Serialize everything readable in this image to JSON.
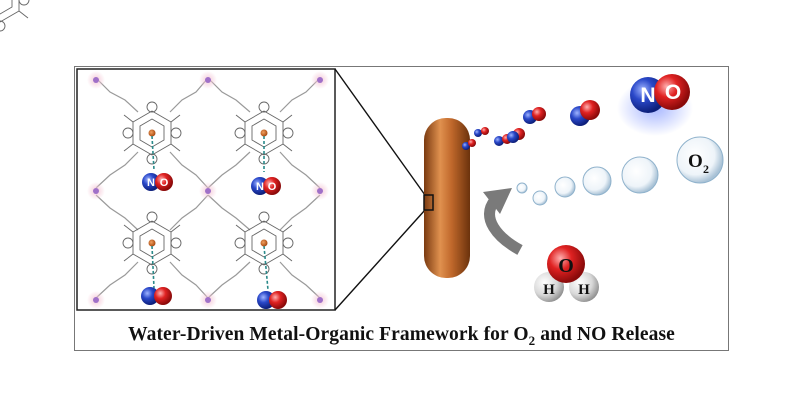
{
  "caption": {
    "before_subscript": "Water-Driven Metal-Organic Framework for O",
    "subscript": "2",
    "after_subscript": " and NO Release"
  },
  "inset_no_labels": [
    "N",
    "O"
  ],
  "no_molecule": {
    "n": "N",
    "o": "O"
  },
  "o2_bubble": {
    "o": "O",
    "sub": "2"
  },
  "water": {
    "o": "O",
    "h1": "H",
    "h2": "H"
  },
  "colors": {
    "rod": "#b8652a",
    "nitrogen": "#1f3fb5",
    "oxygen": "#d11d1d",
    "arrow": "#777777",
    "frame": "#777777"
  },
  "icons": [
    "mof-lattice",
    "porphyrin-unit",
    "cobalt-node",
    "nitric-oxide-molecule",
    "oxygen-bubble",
    "water-molecule",
    "curved-arrow",
    "mof-rod"
  ]
}
